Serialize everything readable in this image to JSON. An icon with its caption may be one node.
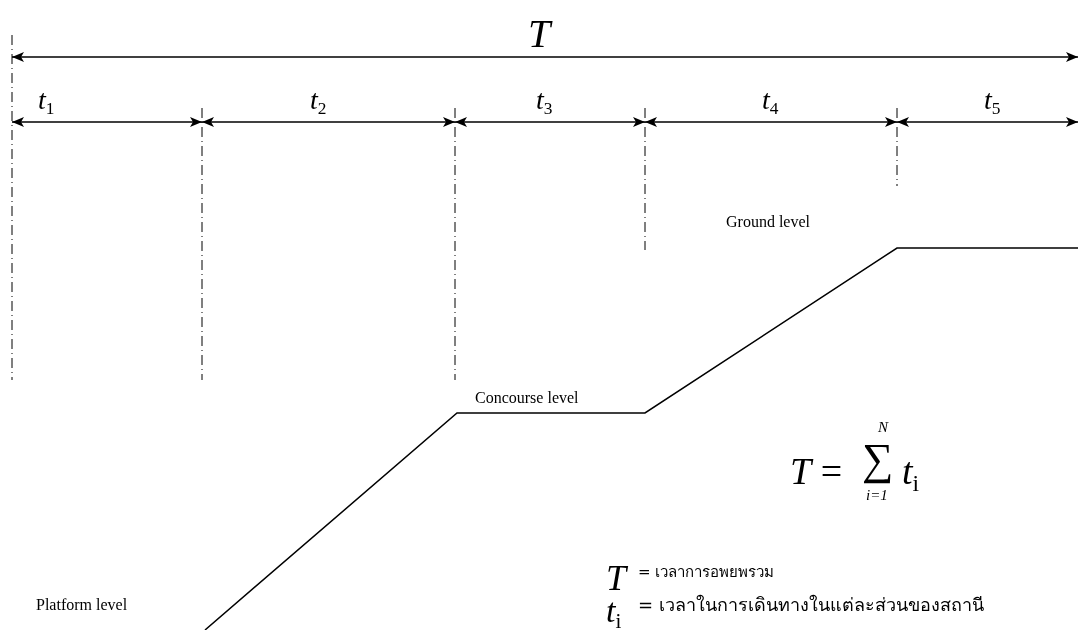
{
  "diagram": {
    "labels": [
      "T",
      "*t*$_{1}$",
      "*t*$_{2}$",
      "*t*$_{3}$",
      "*t*$_{4}$",
      "*t*$_{5}$",
      "Ground level",
      "Concourse level",
      "Platform level",
      "*T* =",
      "N",
      "∑",
      "*t*$_{i}$",
      "i=1",
      "T",
      "= เวลาการอพยพรวม",
      "*t*$_{i}$",
      "= เวลาในการเดินทางในแต่ละส่วนของสถานี"
    ]
  }
}
